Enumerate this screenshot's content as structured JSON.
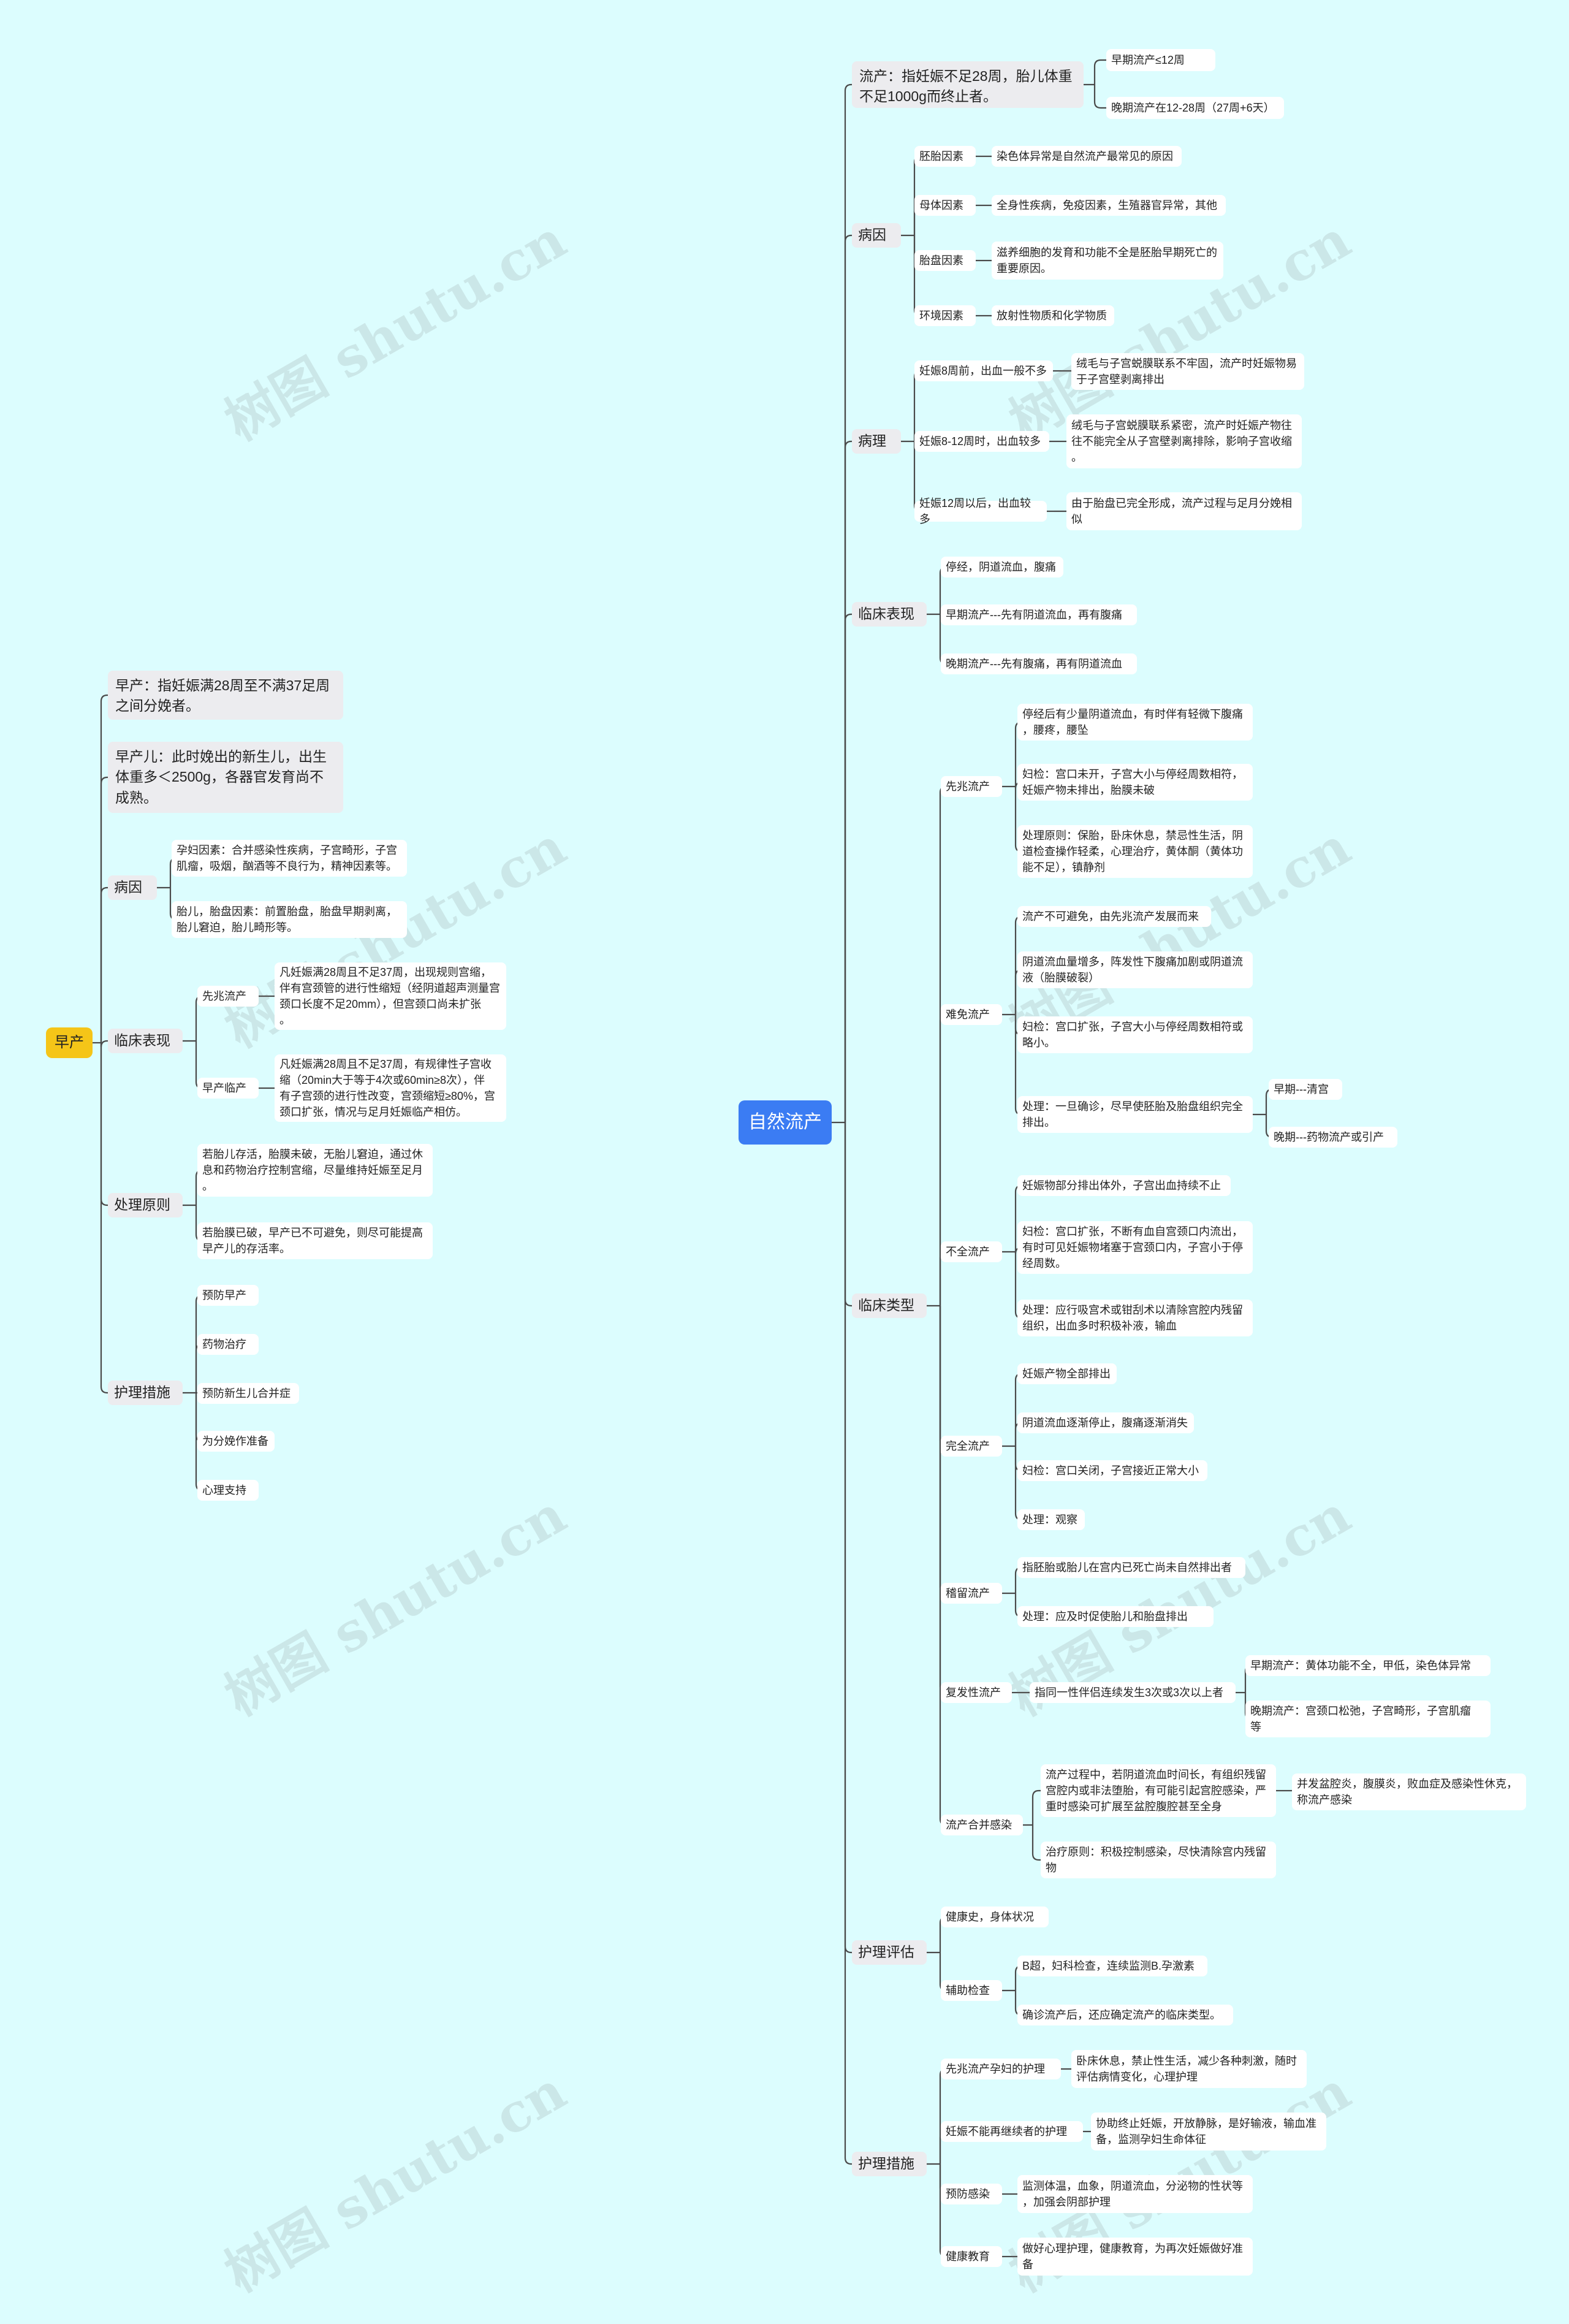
{
  "watermark": "树图 shutu.cn",
  "right": {
    "root": "自然流产",
    "def": "流产：指妊娠不足28周，胎儿体重\n不足1000g而终止者。",
    "def_children": [
      "早期流产≤12周",
      "晚期流产在12-28周（27周+6天）"
    ],
    "cause": {
      "label": "病因",
      "items": [
        {
          "label": "胚胎因素",
          "detail": "染色体异常是自然流产最常见的原因"
        },
        {
          "label": "母体因素",
          "detail": "全身性疾病，免疫因素，生殖器官异常，其他"
        },
        {
          "label": "胎盘因素",
          "detail": "滋养细胞的发育和功能不全是胚胎早期死亡的\n重要原因。"
        },
        {
          "label": "环境因素",
          "detail": "放射性物质和化学物质"
        }
      ]
    },
    "patho": {
      "label": "病理",
      "items": [
        {
          "label": "妊娠8周前，出血一般不多",
          "detail": "绒毛与子宫蜕膜联系不牢固，流产时妊娠物易\n于子宫壁剥离排出"
        },
        {
          "label": "妊娠8-12周时，出血较多",
          "detail": "绒毛与子宫蜕膜联系紧密，流产时妊娠产物往\n往不能完全从子宫壁剥离排除，影响子宫收缩\n。"
        },
        {
          "label": "妊娠12周以后，出血较多",
          "detail": "由于胎盘已完全形成，流产过程与足月分娩相\n似"
        }
      ]
    },
    "clinical": {
      "label": "临床表现",
      "items": [
        "停经，阴道流血，腹痛",
        "早期流产---先有阴道流血，再有腹痛",
        "晚期流产---先有腹痛，再有阴道流血"
      ]
    },
    "types": {
      "label": "临床类型",
      "items": [
        {
          "label": "先兆流产",
          "details": [
            "停经后有少量阴道流血，有时伴有轻微下腹痛\n，腰疼，腰坠",
            "妇检：宫口未开，子宫大小与停经周数相符，\n妊娠产物未排出，胎膜未破",
            "处理原则：保胎，卧床休息，禁忌性生活，阴\n道检查操作轻柔，心理治疗，黄体酮（黄体功\n能不足），镇静剂"
          ]
        },
        {
          "label": "难免流产",
          "details": [
            "流产不可避免，由先兆流产发展而来",
            "阴道流血量增多，阵发性下腹痛加剧或阴道流\n液（胎膜破裂）",
            "妇检：宫口扩张，子宫大小与停经周数相符或\n略小。",
            "处理：一旦确诊，尽早使胚胎及胎盘组织完全\n排出。"
          ],
          "sub": [
            "早期---清宫",
            "晚期---药物流产或引产"
          ]
        },
        {
          "label": "不全流产",
          "details": [
            "妊娠物部分排出体外，子宫出血持续不止",
            "妇检：宫口扩张，不断有血自宫颈口内流出，\n有时可见妊娠物堵塞于宫颈口内，子宫小于停\n经周数。",
            "处理：应行吸宫术或钳刮术以清除宫腔内残留\n组织，出血多时积极补液，输血"
          ]
        },
        {
          "label": "完全流产",
          "details": [
            "妊娠产物全部排出",
            "阴道流血逐渐停止，腹痛逐渐消失",
            "妇检：宫口关闭，子宫接近正常大小",
            "处理：观察"
          ]
        },
        {
          "label": "稽留流产",
          "details": [
            "指胚胎或胎儿在宫内已死亡尚未自然排出者",
            "处理：应及时促使胎儿和胎盘排出"
          ]
        },
        {
          "label": "复发性流产",
          "details": [
            "指同一性伴侣连续发生3次或3次以上者"
          ],
          "sub": [
            "早期流产：黄体功能不全，甲低，染色体异常",
            "晚期流产：宫颈口松弛，子宫畸形，子宫肌瘤\n等"
          ]
        },
        {
          "label": "流产合并感染",
          "details": [
            "流产过程中，若阴道流血时间长，有组织残留\n宫腔内或非法堕胎，有可能引起宫腔感染，严\n重时感染可扩展至盆腔腹腔甚至全身",
            "治疗原则：积极控制感染，尽快清除宫内残留\n物"
          ],
          "sub": [
            "并发盆腔炎，腹膜炎，败血症及感染性休克，\n称流产感染"
          ]
        }
      ]
    },
    "assess": {
      "label": "护理评估",
      "items": [
        {
          "label": "健康史，身体状况"
        },
        {
          "label": "辅助检查",
          "details": [
            "B超，妇科检查，连续监测B.孕激素",
            "确诊流产后，还应确定流产的临床类型。"
          ]
        }
      ]
    },
    "care": {
      "label": "护理措施",
      "items": [
        {
          "label": "先兆流产孕妇的护理",
          "detail": "卧床休息，禁止性生活，减少各种刺激，随时\n评估病情变化，心理护理"
        },
        {
          "label": "妊娠不能再继续者的护理",
          "detail": "协助终止妊娠，开放静脉，是好输液，输血准\n备，监测孕妇生命体征"
        },
        {
          "label": "预防感染",
          "detail": "监测体温，血象，阴道流血，分泌物的性状等\n，加强会阴部护理"
        },
        {
          "label": "健康教育",
          "detail": "做好心理护理，健康教育，为再次妊娠做好准\n备"
        }
      ]
    }
  },
  "left": {
    "root": "早产",
    "def1": "早产：指妊娠满28周至不满37足周\n之间分娩者。",
    "def2": "早产儿：此时娩出的新生儿，出生\n体重多＜2500g，各器官发育尚不\n成熟。",
    "cause": {
      "label": "病因",
      "items": [
        "孕妇因素：合并感染性疾病，子宫畸形，子宫\n肌瘤，吸烟，酗酒等不良行为，精神因素等。",
        "胎儿，胎盘因素：前置胎盘，胎盘早期剥离，\n胎儿窘迫，胎儿畸形等。"
      ]
    },
    "clinical": {
      "label": "临床表现",
      "items": [
        {
          "label": "先兆流产",
          "detail": "凡妊娠满28周且不足37周，出现规则宫缩，\n伴有宫颈管的进行性缩短（经阴道超声测量宫\n颈口长度不足20mm），但宫颈口尚未扩张\n。"
        },
        {
          "label": "早产临产",
          "detail": "凡妊娠满28周且不足37周，有规律性子宫收\n缩（20min大于等于4次或60min≥8次），伴\n有子宫颈的进行性改变，宫颈缩短≥80%，宫\n颈口扩张，情况与足月妊娠临产相仿。"
        }
      ]
    },
    "treat": {
      "label": "处理原则",
      "items": [
        "若胎儿存活，胎膜未破，无胎儿窘迫，通过休\n息和药物治疗控制宫缩，尽量维持妊娠至足月\n。",
        "若胎膜已破，早产已不可避免，则尽可能提高\n早产儿的存活率。"
      ]
    },
    "care": {
      "label": "护理措施",
      "items": [
        "预防早产",
        "药物治疗",
        "预防新生儿合并症",
        "为分娩作准备",
        "心理支持"
      ]
    }
  }
}
